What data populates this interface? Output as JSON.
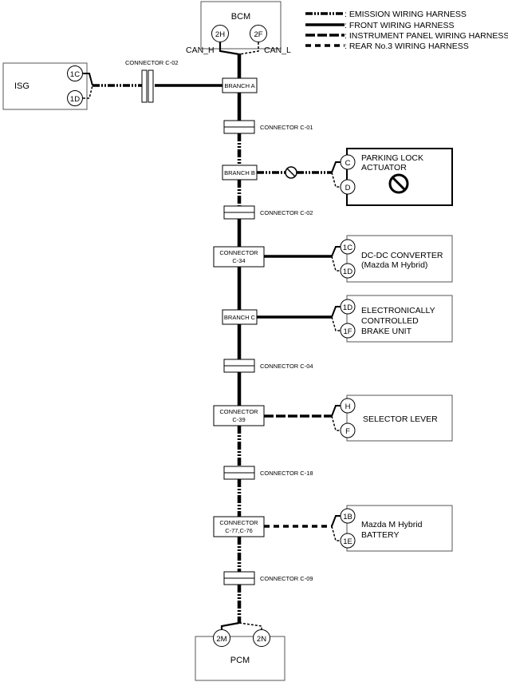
{
  "legend": {
    "emission": ": EMISSION WIRING HARNESS",
    "front": ": FRONT WIRING HARNESS",
    "instrument": ": INSTRUMENT PANEL WIRING HARNESS",
    "rear": ": REAR No.3 WIRING HARNESS"
  },
  "bcm": {
    "label": "BCM",
    "pin_h": "2H",
    "pin_l": "2F",
    "can_h": "CAN_H",
    "can_l": "CAN_L"
  },
  "isg": {
    "label": "ISG",
    "pin_h": "1C",
    "pin_l": "1D",
    "connector": "CONNECTOR C-02"
  },
  "trunk": {
    "branch_a": "BRANCH A",
    "c01": "CONNECTOR C-01",
    "branch_b": "BRANCH B",
    "c02": "CONNECTOR C-02",
    "c34_l1": "CONNECTOR",
    "c34_l2": "C-34",
    "branch_c": "BRANCH C",
    "c04": "CONNECTOR C-04",
    "c39_l1": "CONNECTOR",
    "c39_l2": "C-39",
    "c18": "CONNECTOR C-18",
    "c77_l1": "CONNECTOR",
    "c77_l2": "C-77,C-76",
    "c09": "CONNECTOR C-09"
  },
  "parking": {
    "l1": "PARKING LOCK",
    "l2": "ACTUATOR",
    "pin_h": "C",
    "pin_l": "D"
  },
  "dcdc": {
    "l1": "DC-DC CONVERTER",
    "l2": "(Mazda M Hybrid)",
    "pin_h": "1C",
    "pin_l": "1D"
  },
  "brake": {
    "l1": "ELECTRONICALLY",
    "l2": "CONTROLLED",
    "l3": "BRAKE UNIT",
    "pin_h": "1D",
    "pin_l": "1F"
  },
  "selector": {
    "l1": "SELECTOR LEVER",
    "pin_h": "H",
    "pin_l": "F"
  },
  "battery": {
    "l1": "Mazda M Hybrid",
    "l2": "BATTERY",
    "pin_h": "1B",
    "pin_l": "1E"
  },
  "pcm": {
    "label": "PCM",
    "pin_h": "2M",
    "pin_l": "2N"
  }
}
